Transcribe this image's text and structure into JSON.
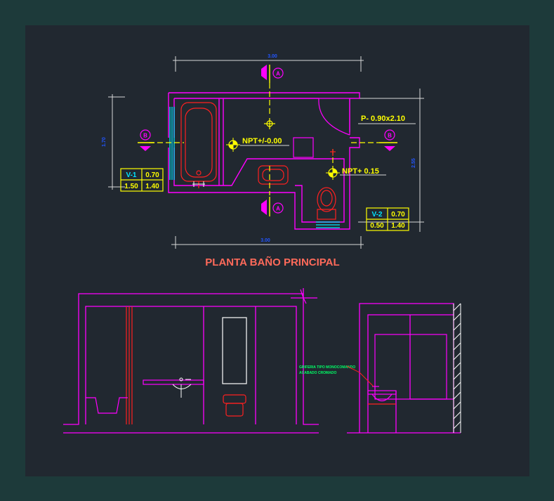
{
  "colors": {
    "frame_outer": "#1d3a3a",
    "sheet": "#212830",
    "wall": "#ff00ff",
    "fixture": "#ff2020",
    "tile": "#00e5ff",
    "axis": "#ffff00",
    "dim": "#d8d8d8",
    "dim_text": "#2255ff",
    "title": "#ff6a5a",
    "note": "#00ff66"
  },
  "plan": {
    "title": "PLANTA BAÑO PRINCIPAL",
    "dim_top": "3.00",
    "dim_bottom": "3.00",
    "dim_left": "1.70",
    "dim_right": "2.55",
    "level_main": "NPT+/-0.00",
    "level_raised": "NPT+ 0.15",
    "door_label": "P- 0.90x2.10",
    "section_a": "A",
    "section_b": "B"
  },
  "windows": [
    {
      "code": "V-1",
      "width": "0.70",
      "height": "1.50",
      "sill": "1.40"
    },
    {
      "code": "V-2",
      "width": "0.70",
      "height": "0.50",
      "sill": "1.40"
    }
  ],
  "elevation": {
    "note_line1": "GRIFERIA TIPO MONOCOMANDO",
    "note_line2": "ACABADO CROMADO"
  }
}
